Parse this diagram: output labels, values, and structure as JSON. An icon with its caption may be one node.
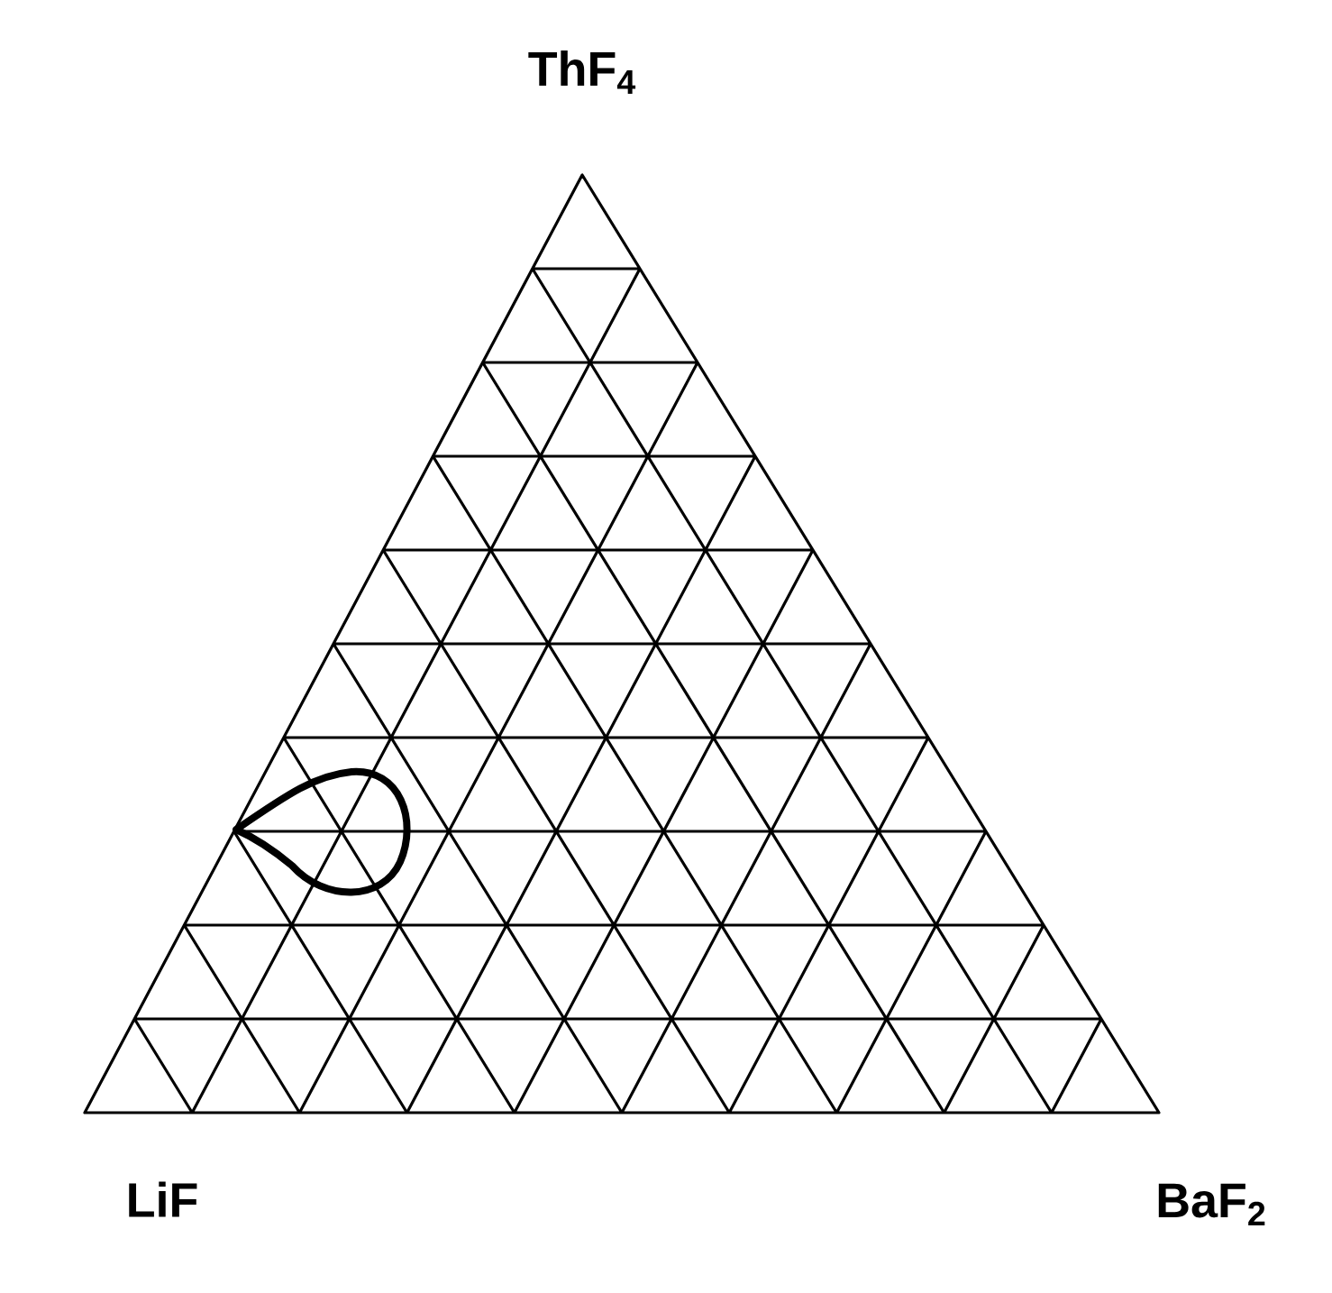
{
  "diagram": {
    "labels": [
      "ThF$_{4}$",
      "LiF",
      "BaF$_{2}$"
    ]
  }
}
